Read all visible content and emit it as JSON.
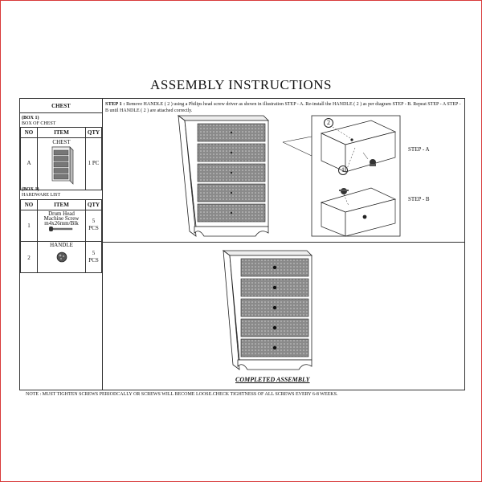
{
  "document": {
    "title": "ASSEMBLY  INSTRUCTIONS",
    "note": "NOTE : MUST TIGHTEN SCREWS PERIODCALLY OR  SCREWS WILL BECOME LOOSE.CHECK TIGHTNESS OF ALL SCREWS EVERY 6-8 WEEKS."
  },
  "parts_table": {
    "product": "CHEST",
    "box1_label": "(BOX 1)",
    "box1_desc": "BOX OF  CHEST",
    "headers": {
      "no": "NO",
      "item": "ITEM",
      "qty": "QTY"
    },
    "row_a": {
      "no": "A",
      "item_caption": "CHEST",
      "qty": "1 PC"
    },
    "hardware_box_label": "(BOX 1)",
    "hardware_list_label": "HARDWARE LIST",
    "hw_headers": {
      "no": "NO",
      "item": "ITEM",
      "qty": "QTY"
    },
    "hw_rows": [
      {
        "no": "1",
        "item_caption": "Drum Head Machine Screw m4x26mm/Blk",
        "qty": "5",
        "unit": "PCS"
      },
      {
        "no": "2",
        "item_caption": "HANDLE",
        "qty": "5",
        "unit": "PCS"
      }
    ]
  },
  "step1": {
    "label": "STEP 1 :",
    "text": "Remove HANDLE ( 2 )  using a Philips head  screw driver as shown in illustration STEP - A. Re-install the HANDLE ( 2 )  as per diagram STEP - B. Repeat STEP - A STEP - B until HANDLE ( 2 ) are attached correctly."
  },
  "detail": {
    "callout_2": "2",
    "callout_1": "1",
    "step_a": "STEP - A",
    "step_b": "STEP - B"
  },
  "completed_label": "COMPLETED ASSEMBLY"
}
